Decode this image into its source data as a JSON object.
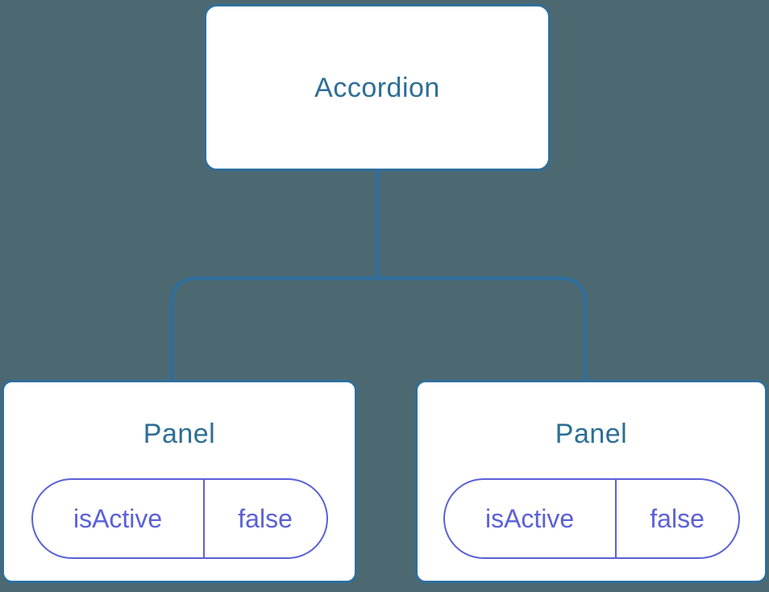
{
  "tree": {
    "root": {
      "label": "Accordion"
    },
    "children": [
      {
        "label": "Panel",
        "state": {
          "key": "isActive",
          "value": "false"
        }
      },
      {
        "label": "Panel",
        "state": {
          "key": "isActive",
          "value": "false"
        }
      }
    ]
  },
  "colors": {
    "background": "#4C6972",
    "node_background": "#FFFFFF",
    "node_border": "#2F6E9C",
    "node_label": "#2D6F96",
    "connector_line": "#2F6E9C",
    "state_accent": "#5B61D6"
  }
}
